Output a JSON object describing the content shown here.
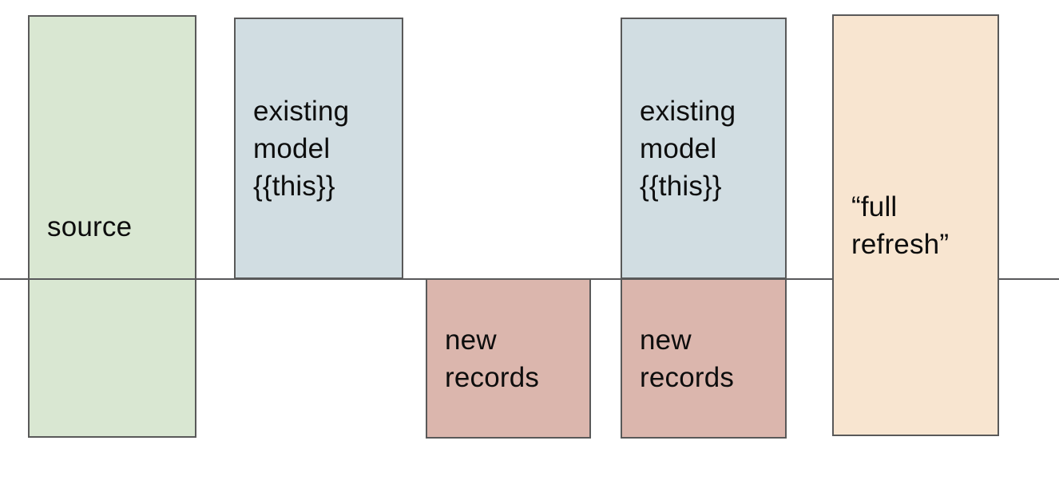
{
  "diagram": {
    "description": "incremental model diagram",
    "background": "#ffffff",
    "border_color": "#595959"
  },
  "divider": {
    "color": "#58585a"
  },
  "boxes": [
    {
      "name": "source",
      "label": "source",
      "fill": "#d9e7d2"
    },
    {
      "name": "existing-model-1",
      "label": "existing\nmodel\n{{this}}",
      "fill": "#d1dde2"
    },
    {
      "name": "new-records-1",
      "label": "new\nrecords",
      "fill": "#dbb6ad"
    },
    {
      "name": "existing-model-2",
      "label": "existing\nmodel\n{{this}}",
      "fill": "#d1dde2"
    },
    {
      "name": "new-records-2",
      "label": "new\nrecords",
      "fill": "#dbb6ad"
    },
    {
      "name": "full-refresh",
      "label": "“full\nrefresh”",
      "fill": "#f8e5d0"
    }
  ]
}
